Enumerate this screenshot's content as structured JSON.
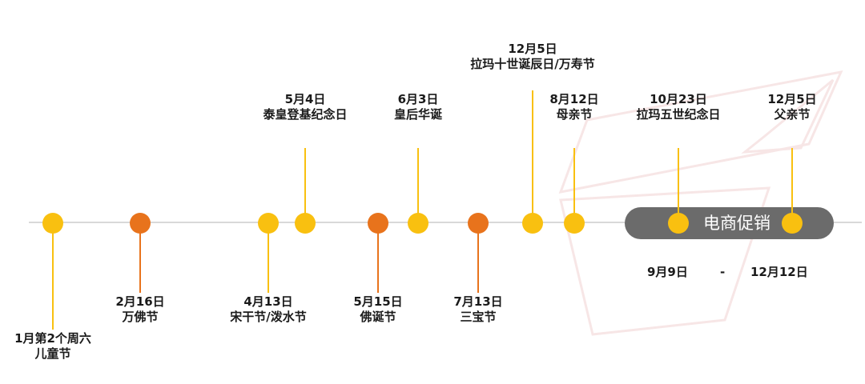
{
  "colors": {
    "gold": "#F9C010",
    "orange": "#E8731C",
    "axis": "#D9D9D9",
    "promo_bar": "#6B6B6B",
    "decoration": "#F7E6E6"
  },
  "events": [
    {
      "id": "children-day",
      "dot": "gold",
      "lines": [
        "1月第2个周六",
        "儿童节"
      ]
    },
    {
      "id": "buddha-day",
      "dot": "orange",
      "lines": [
        "2月16日",
        "万佛节"
      ]
    },
    {
      "id": "songkran",
      "dot": "gold",
      "lines": [
        "4月13日",
        "宋干节/泼水节"
      ]
    },
    {
      "id": "coronation-day",
      "dot": "gold",
      "lines": [
        "5月4日",
        "泰皇登基纪念日"
      ]
    },
    {
      "id": "vesak",
      "dot": "orange",
      "lines": [
        "5月15日",
        "佛诞节"
      ]
    },
    {
      "id": "queen-birthday",
      "dot": "gold",
      "lines": [
        "6月3日",
        "皇后华诞"
      ]
    },
    {
      "id": "asanha-bucha",
      "dot": "orange",
      "lines": [
        "7月13日",
        "三宝节"
      ]
    },
    {
      "id": "rama-x-birthday",
      "dot": "gold",
      "lines": [
        "12月5日",
        "拉玛十世诞辰日/万寿节"
      ]
    },
    {
      "id": "mothers-day",
      "dot": "gold",
      "lines": [
        "8月12日",
        "母亲节"
      ]
    },
    {
      "id": "chulalongkorn-day",
      "dot": "gold",
      "lines": [
        "10月23日",
        "拉玛五世纪念日"
      ]
    },
    {
      "id": "fathers-day",
      "dot": "gold",
      "lines": [
        "12月5日",
        "父亲节"
      ]
    }
  ],
  "promo": {
    "label": "电商促销",
    "start": "9月9日",
    "separator": "-",
    "end": "12月12日"
  }
}
